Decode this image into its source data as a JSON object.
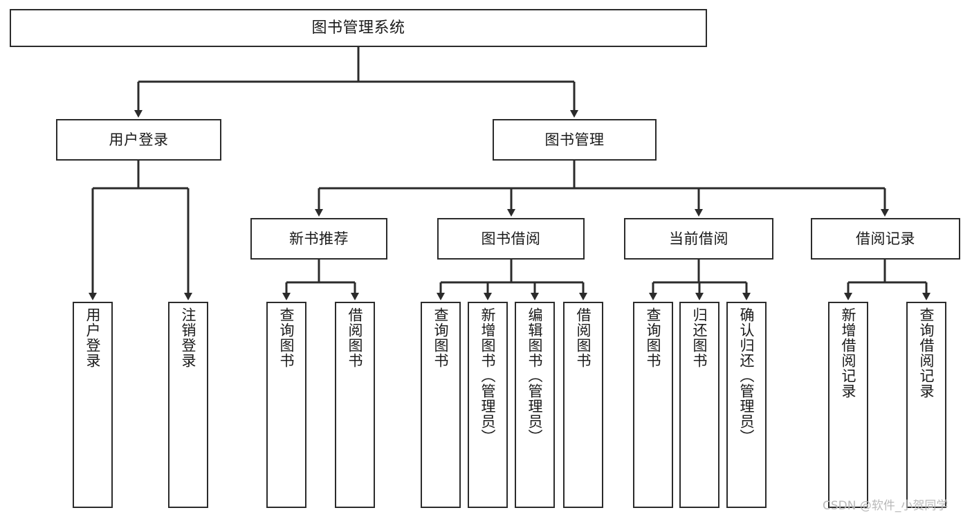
{
  "diagram": {
    "type": "tree",
    "title": "图书管理系统",
    "orientation": "top-down",
    "colors": {
      "background": "#ffffff",
      "node_border": "#2b2b2b",
      "node_fill": "#ffffff",
      "edge": "#2b2b2b",
      "text": "#1a1a1a",
      "watermark": "#b9b9b9"
    }
  },
  "root": {
    "label": "图书管理系统"
  },
  "level2": [
    {
      "label": "用户登录"
    },
    {
      "label": "图书管理"
    }
  ],
  "level3": [
    {
      "label": "新书推荐"
    },
    {
      "label": "图书借阅"
    },
    {
      "label": "当前借阅"
    },
    {
      "label": "借阅记录"
    }
  ],
  "leaves": {
    "user_login": [
      {
        "label": "用户登录"
      },
      {
        "label": "注销登录"
      }
    ],
    "new_books": [
      {
        "label": "查询图书"
      },
      {
        "label": "借阅图书"
      }
    ],
    "borrow": [
      {
        "label": "查询图书"
      },
      {
        "label": "新增图书（管理员）"
      },
      {
        "label": "编辑图书（管理员）"
      },
      {
        "label": "借阅图书"
      }
    ],
    "current": [
      {
        "label": "查询图书"
      },
      {
        "label": "归还图书"
      },
      {
        "label": "确认归还（管理员）"
      }
    ],
    "records": [
      {
        "label": "新增借阅记录"
      },
      {
        "label": "查询借阅记录"
      }
    ]
  },
  "watermark": {
    "text": "CSDN @软件_小贺同学"
  }
}
